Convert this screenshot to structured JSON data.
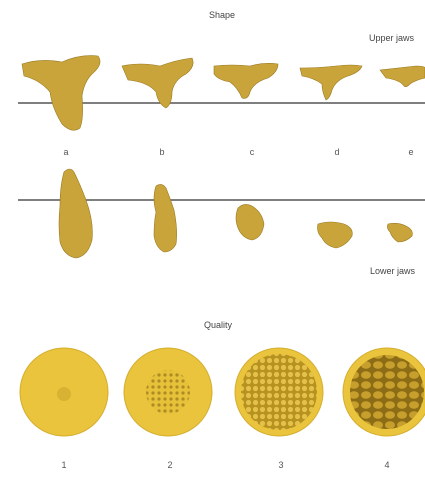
{
  "shape_section": {
    "title": "Shape",
    "upper_label": "Upper jaws",
    "lower_label": "Lower jaws",
    "letters": [
      "a",
      "b",
      "c",
      "d",
      "e"
    ]
  },
  "quality_section": {
    "title": "Quality",
    "numbers": [
      "1",
      "2",
      "3",
      "4"
    ]
  },
  "colors": {
    "bone": "#c9a43a",
    "bone_edge": "#9a7a22",
    "cortical": "#e6c23a",
    "cancellous_dark": "#a8861f",
    "line": "#555555"
  }
}
